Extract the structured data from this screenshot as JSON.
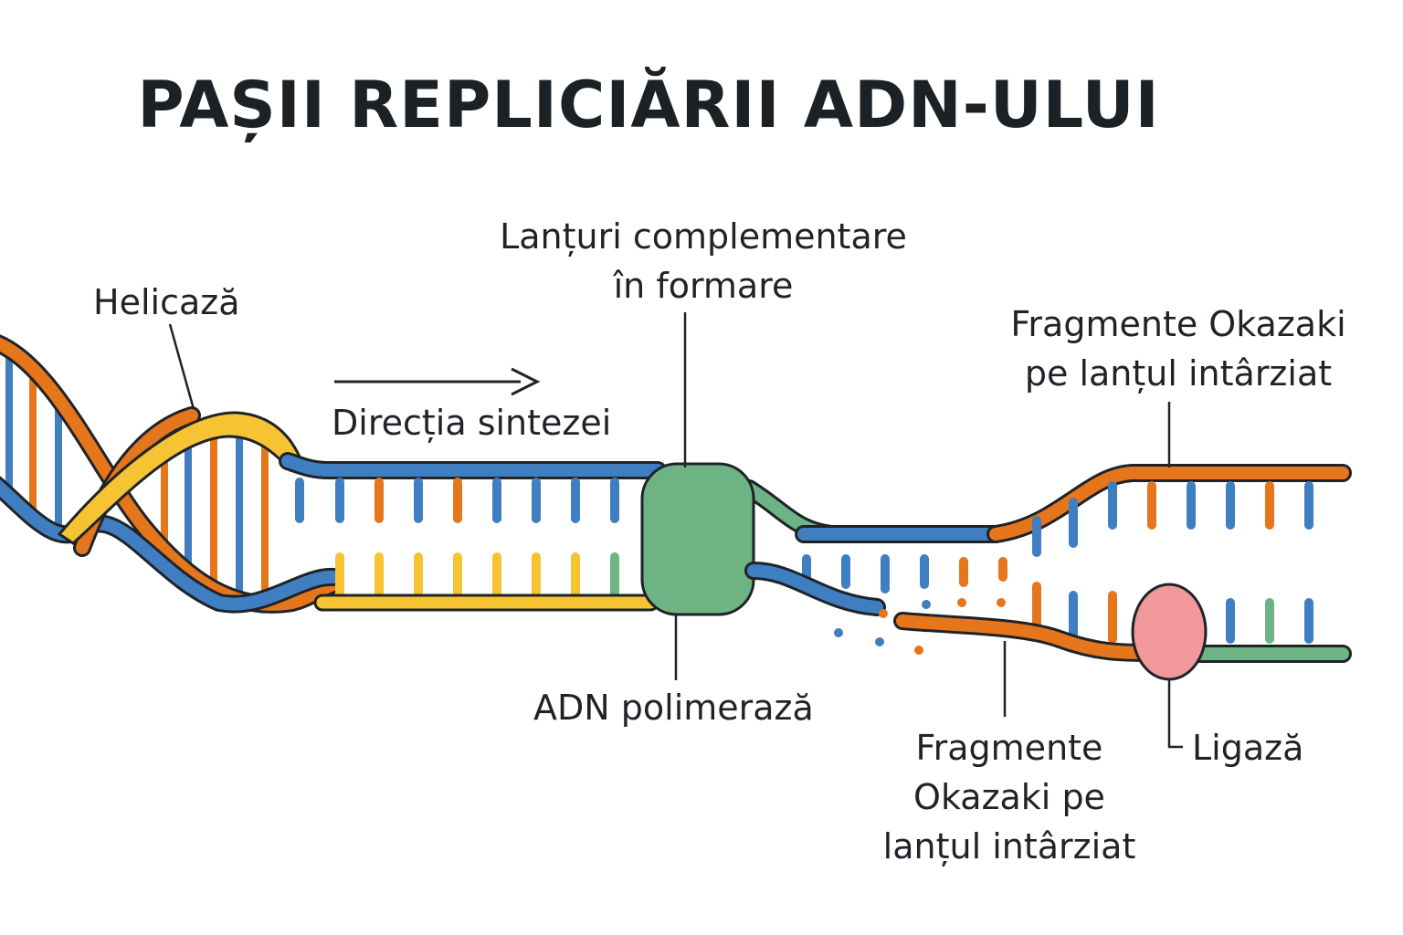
{
  "title": "PAȘII REPLICIĂRII ADN-ULUI",
  "labels": {
    "helicase": "Helicază",
    "direction": "Direcția sintezei",
    "complementary_line1": "Lanțuri complementare",
    "complementary_line2": "în formare",
    "okazaki_top_line1": "Fragmente Okazaki",
    "okazaki_top_line2": "pe lanțul intârziat",
    "polymerase": "ADN polimerază",
    "okazaki_bottom_line1": "Fragmente",
    "okazaki_bottom_line2": "Okazaki pe",
    "okazaki_bottom_line3": "lanțul intârziat",
    "ligase": "Ligază"
  },
  "colors": {
    "orange": "#e6761c",
    "blue": "#3f7fc1",
    "yellow": "#f6c433",
    "green": "#6db383",
    "pink": "#f0989a",
    "outline": "#1f2328"
  }
}
